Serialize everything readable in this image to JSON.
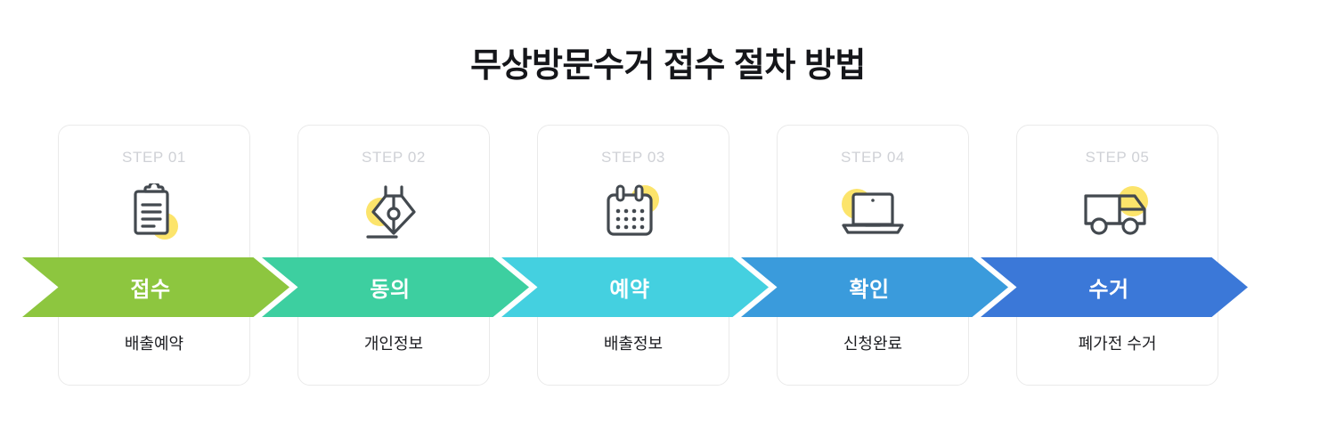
{
  "page": {
    "title": "무상방문수거 접수 절차 방법",
    "background": "#ffffff"
  },
  "palette": {
    "green": "#8DC63F",
    "teal": "#3DCFA0",
    "cyan": "#44D0E0",
    "blue": "#3A9BDC",
    "indigo": "#3B78D8",
    "icon_stroke": "#43494f",
    "icon_accent": "#FCE46B",
    "step_label": "#cfd1d6",
    "card_border": "#eaeaea",
    "caption": "#1c1d21",
    "title": "#15161a"
  },
  "steps": [
    {
      "step_label": "STEP 01",
      "icon": "clipboard-icon",
      "band_text": "접수",
      "band_color": "#8DC63F",
      "caption": "배출예약"
    },
    {
      "step_label": "STEP 02",
      "icon": "pen-nib-icon",
      "band_text": "동의",
      "band_color": "#3DCFA0",
      "caption": "개인정보"
    },
    {
      "step_label": "STEP 03",
      "icon": "calendar-icon",
      "band_text": "예약",
      "band_color": "#44D0E0",
      "caption": "배출정보"
    },
    {
      "step_label": "STEP 04",
      "icon": "laptop-icon",
      "band_text": "확인",
      "band_color": "#3A9BDC",
      "caption": "신청완료"
    },
    {
      "step_label": "STEP 05",
      "icon": "truck-icon",
      "band_text": "수거",
      "band_color": "#3B78D8",
      "caption": "폐가전 수거"
    }
  ]
}
